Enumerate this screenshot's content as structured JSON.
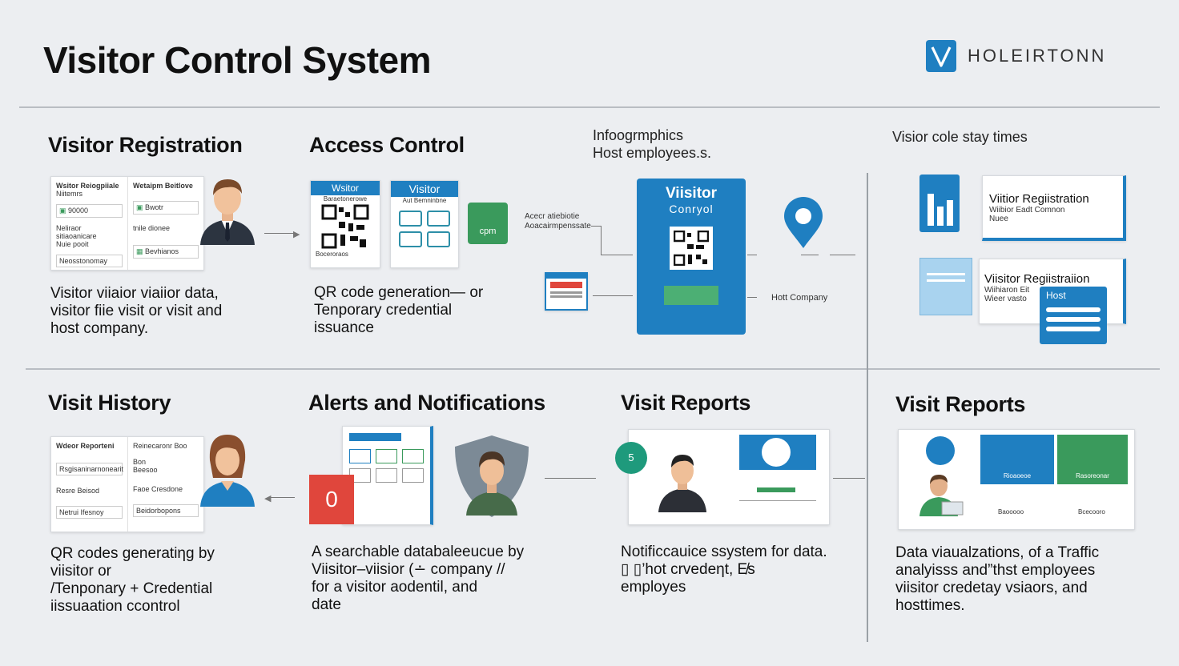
{
  "title": "Visitor Control System",
  "logo_text": "HOLEIRTONN",
  "sections": {
    "registration": {
      "heading": "Visitor Registration",
      "form_col1": [
        "Wsitor Reiogpiiale",
        "Niitemrs",
        "90000",
        "Neliraor sitiaoanicare",
        "Nuie pooit",
        "Neosstonomay"
      ],
      "form_col2": [
        "Wetaipm Beitlove",
        "Bwotr",
        "tnile dionee",
        "Bevhianos"
      ],
      "desc": [
        "Visitor viiaior viaiior data,",
        "visitor fiie visit or visit and",
        "host company."
      ]
    },
    "access": {
      "heading": "Access Control",
      "card1_title": "Wsitor",
      "card1_sub": "Baraetonerowe",
      "card1_foot": "Boceroraos",
      "card2_title": "Visitor",
      "card2_sub": "Aut Bemninbne",
      "badge_text": "cpm",
      "desc": [
        "QR code generation— or",
        "Tenporary credential",
        "issuance"
      ]
    },
    "center": {
      "label": [
        "Infoogrmphics",
        "Host employees.s."
      ],
      "badge_title": "Viisitor",
      "badge_sub": "Conryol",
      "left_label": [
        "Acecr atiebiotie",
        "Aoacairmpenssate"
      ],
      "right_label": "Hott Company"
    },
    "stay": {
      "heading": "Visior cole stay times",
      "card1_title": "Viitior Regiistration",
      "card1_sub": [
        "Wiibior Eadt Comnon",
        "Nuee"
      ],
      "card2_title": "Viisitor Regiistraiion",
      "card2_sub": [
        "Wiihiaron Eit",
        "Wieer vasto"
      ],
      "host_tag": "Host"
    },
    "history": {
      "heading": "Visit History",
      "form_col1": [
        "Wdeor Reporteni",
        "Rsgisaninarnonearit",
        "Resre Beisod",
        "Netrui Ifesnoy"
      ],
      "form_col2": [
        "Reinecaronr Boo",
        "Bon",
        "Beesoo",
        "Faoe Cresdone",
        "Beidorbopons"
      ],
      "desc": [
        "QR codes generatiηg by",
        "viisitor  or",
        "/Tenponary + Credential",
        "iissuaation ccontrol"
      ]
    },
    "alerts": {
      "heading": "Alerts and Notifications",
      "alert_num": "0",
      "desc": [
        "A searchable databaleeucue  by",
        "Viisitor–viisior (∸ company //",
        "for a visitor aodentil, and",
        "date"
      ]
    },
    "reports1": {
      "heading": "Visit Reports",
      "badge": "5",
      "desc": [
        "Notificcauice  ssystem for  data.",
        "▯ ▯’hot crvedeηt, E̸s",
        "employes"
      ]
    },
    "reports2": {
      "heading": "Visit Reports",
      "tile1_cap": "Rioaoeoe",
      "tile2_cap": "Rasoreonar",
      "tile3_cap": "Baooooo",
      "tile4_cap": "Bcecooro",
      "desc": [
        "Data viaualzations, of a Traffic",
        "analyisss and”thst employees",
        "viisitor credetay vsiaors, and",
        "hosttimes."
      ]
    }
  },
  "colors": {
    "accent_blue": "#1f7fc1",
    "accent_green": "#3a9a5c",
    "alert_red": "#e0463c",
    "background": "#eceef1"
  }
}
